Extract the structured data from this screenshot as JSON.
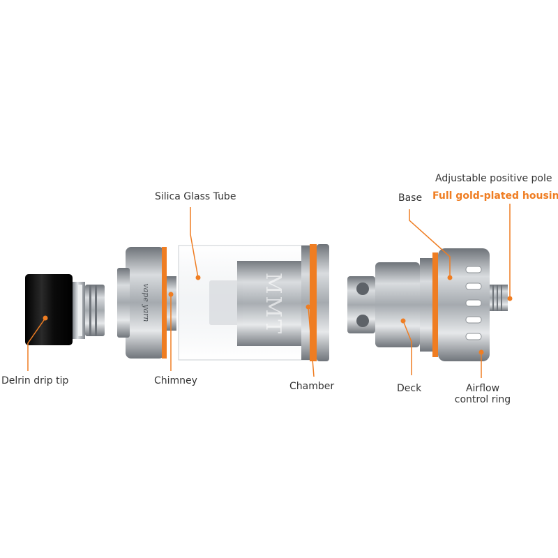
{
  "colors": {
    "accent": "#ef7d22",
    "text": "#333333",
    "steel": "#9aa0a6",
    "drip_tip": "#111111"
  },
  "labels": {
    "adjustable_positive_pole": "Adjustable positive pole",
    "full_gold_plated_housing": "Full gold-plated housing",
    "base": "Base",
    "silica_glass_tube": "Silica Glass Tube",
    "delrin_drip_tip": "Delrin drip tip",
    "chimney": "Chimney",
    "chamber": "Chamber",
    "deck": "Deck",
    "airflow_control_ring_line1": "Airflow",
    "airflow_control_ring_line2": "control ring"
  },
  "engraving": {
    "tube_brand": "MMT",
    "cap_script": "vape yarn"
  },
  "icons": [
    "drip-tip-icon",
    "top-cap-icon",
    "glass-tube-icon",
    "chimney-icon",
    "deck-icon",
    "base-icon"
  ]
}
